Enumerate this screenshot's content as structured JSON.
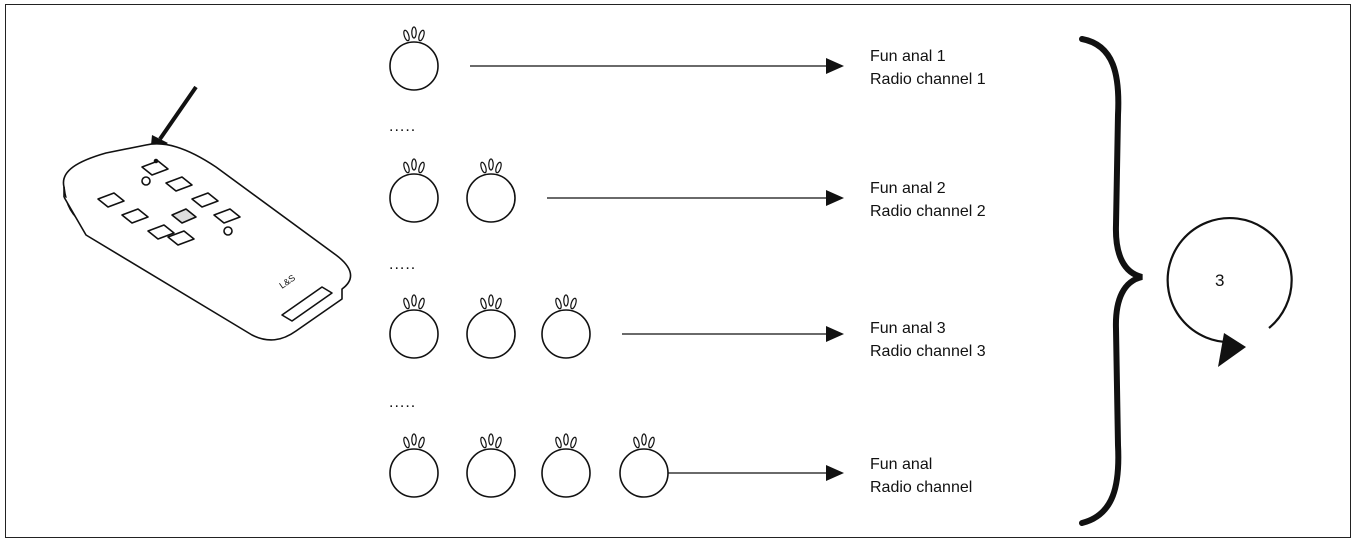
{
  "rows": [
    {
      "label1": "Fun   anal 1",
      "label2": "Radio channel 1"
    },
    {
      "label1": "Fun   anal 2",
      "label2": "Radio channel 2"
    },
    {
      "label1": "Fun   anal 3",
      "label2": "Radio channel 3"
    },
    {
      "label1": "Fun   anal",
      "label2": "Radio channel"
    }
  ],
  "separators": [
    ".....",
    ".....",
    "....."
  ],
  "cycle": {
    "count": "3"
  },
  "remote": {
    "brand": "L&S"
  }
}
